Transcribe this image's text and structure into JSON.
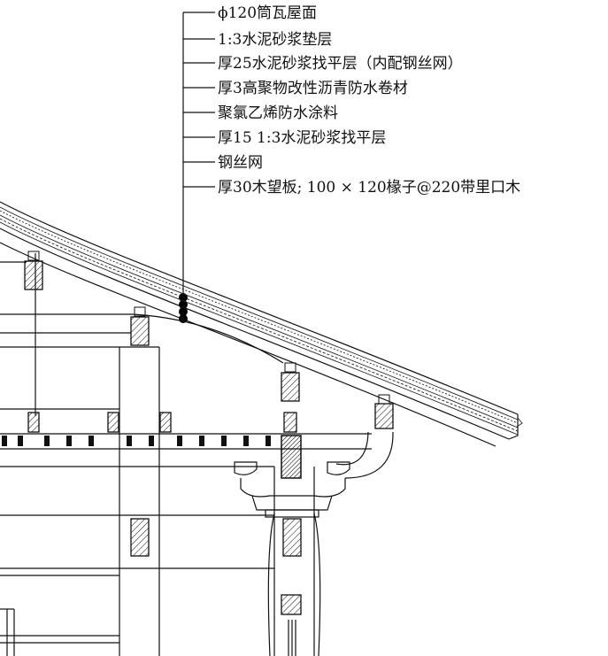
{
  "callout": {
    "layers": [
      "ϕ120筒瓦屋面",
      "1:3水泥砂浆垫层",
      "厚25水泥砂浆找平层（内配钢丝网）",
      "厚3高聚物改性沥青防水卷材",
      "聚氯乙烯防水涂料",
      "厚15 1:3水泥砂浆找平层",
      "钢丝网",
      "厚30木望板; 100 × 120椽子@220带里口木"
    ]
  }
}
